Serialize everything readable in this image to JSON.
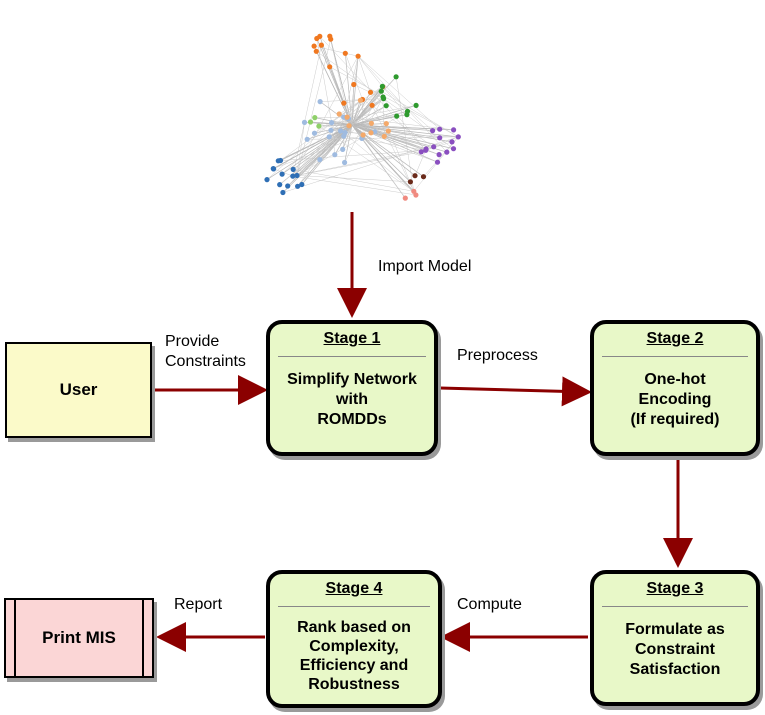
{
  "edge_labels": {
    "import_model": "Import Model",
    "provide_constraints_line1": "Provide",
    "provide_constraints_line2": "Constraints",
    "preprocess": "Preprocess",
    "compute": "Compute",
    "report": "Report"
  },
  "nodes": {
    "user": {
      "label": "User"
    },
    "stage1": {
      "title": "Stage 1",
      "lines": [
        "Simplify Network",
        "with",
        "ROMDDs"
      ]
    },
    "stage2": {
      "title": "Stage 2",
      "lines": [
        "One-hot",
        "Encoding",
        "(If required)"
      ]
    },
    "stage3": {
      "title": "Stage 3",
      "lines": [
        "Formulate as",
        "Constraint",
        "Satisfaction"
      ]
    },
    "stage4": {
      "title": "Stage 4",
      "lines": [
        "Rank based on",
        "Complexity,",
        "Efficiency and",
        "Robustness"
      ]
    },
    "print": {
      "label": "Print MIS"
    }
  },
  "colors": {
    "arrow": "#8b0000",
    "stage_fill": "#e8f8c8",
    "user_fill": "#fbfac9",
    "print_fill": "#fbd6d6",
    "network_groups": [
      "#f07820",
      "#2e9a2e",
      "#8a4fc0",
      "#2f6fb5",
      "#9fbbe0",
      "#f4a96a",
      "#6a2a1a",
      "#f08a80",
      "#8fd06a"
    ]
  }
}
